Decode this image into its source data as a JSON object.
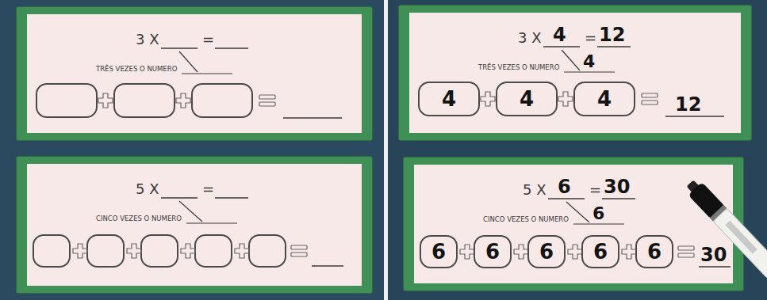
{
  "diagram": {
    "nodes": [
      {
        "text": [
          "3 X",
          "=",
          "TRÊS VEZES O NUMERO"
        ]
      },
      {
        "text": [
          "5 X",
          "=",
          "CINCO VEZES O NUMERO"
        ]
      },
      {
        "text": [
          "3 X",
          "4",
          "=",
          "12",
          "TRÊS VEZES O NUMERO",
          "4",
          "12"
        ]
      },
      {
        "text": [
          "4"
        ],
        "in": 2
      },
      {
        "text": [
          "4"
        ],
        "in": 2
      },
      {
        "text": [
          "4"
        ],
        "in": 2
      },
      {
        "text": [
          "5 X",
          "6",
          "=",
          "30",
          "CINCO VEZES O NUMERO",
          "6",
          "30"
        ]
      },
      {
        "text": [
          "6"
        ],
        "in": 6
      },
      {
        "text": [
          "6"
        ],
        "in": 6
      },
      {
        "text": [
          "6"
        ],
        "in": 6
      },
      {
        "text": [
          "6"
        ],
        "in": 6
      },
      {
        "text": [
          "6"
        ],
        "in": 6
      }
    ]
  }
}
